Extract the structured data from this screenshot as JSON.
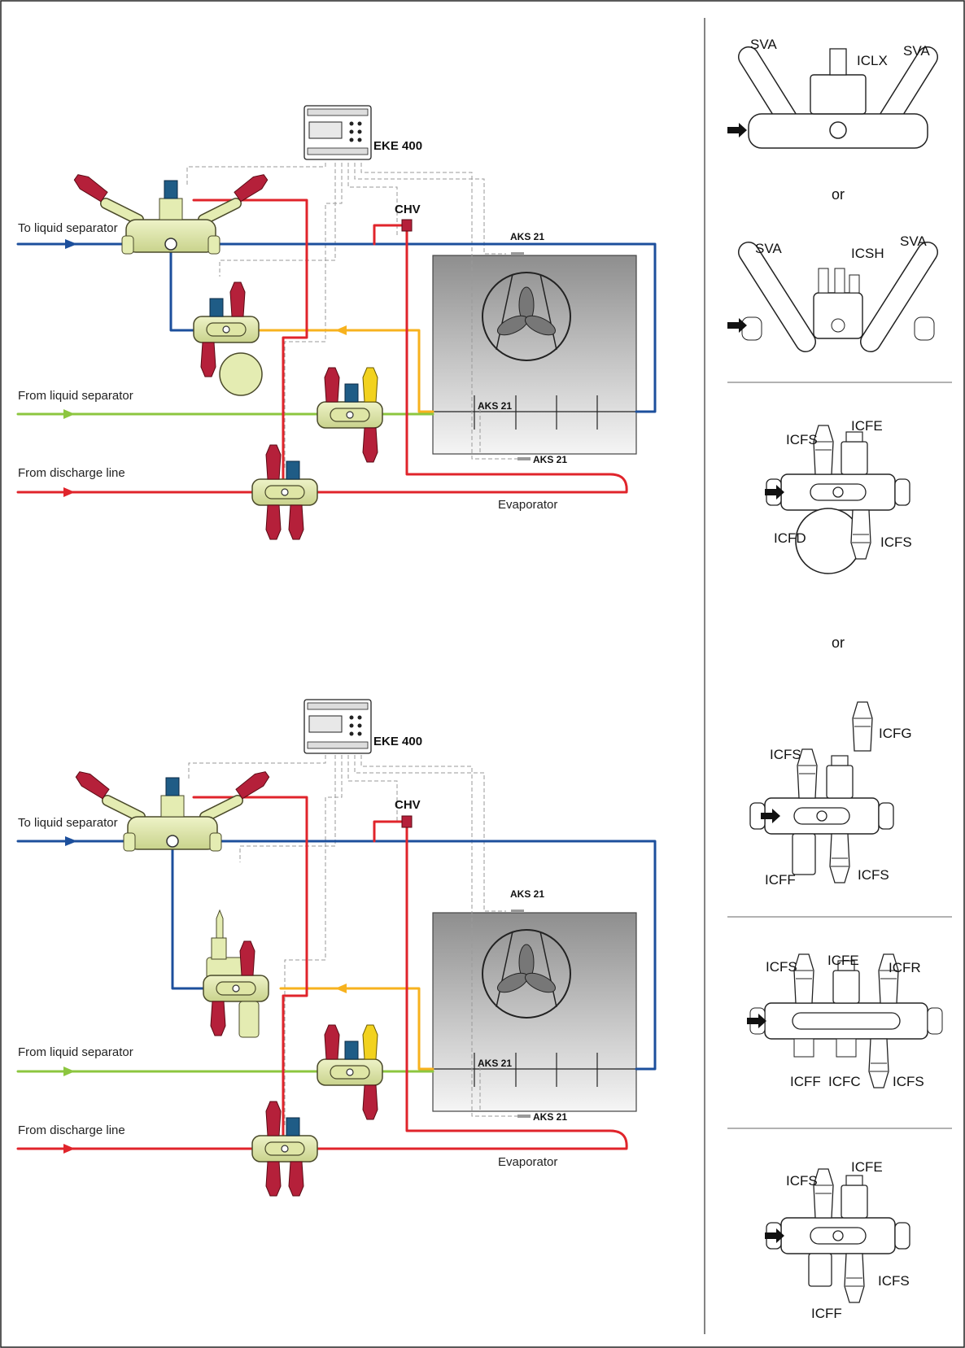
{
  "colors": {
    "liquid_line": "#1c4f9c",
    "hot_gas_line": "#e0242b",
    "feed_line": "#8cc63f",
    "return_line": "#f7b21e",
    "valve_body": "#e4ecb2",
    "valve_outline": "#4a4a2a",
    "valve_top_red": "#b5203a",
    "valve_top_blue": "#1f5c86",
    "valve_top_yellow": "#f2d21e"
  },
  "diagram_top": {
    "controller_label": "EKE 400",
    "check_valve_label": "CHV",
    "line_to_separator": "To liquid separator",
    "line_from_separator": "From liquid separator",
    "line_from_discharge": "From discharge line",
    "sensor_top": "AKS 21",
    "sensor_mid": "AKS 21",
    "sensor_bottom": "AKS 21",
    "evaporator_label": "Evaporator"
  },
  "diagram_bottom": {
    "controller_label": "EKE 400",
    "check_valve_label": "CHV",
    "line_to_separator": "To liquid separator",
    "line_from_separator": "From liquid separator",
    "line_from_discharge": "From discharge line",
    "sensor_top": "AKS 21",
    "sensor_mid": "AKS 21",
    "sensor_bottom": "AKS 21",
    "evaporator_label": "Evaporator"
  },
  "sidebar": {
    "group1": {
      "left": "SVA",
      "center": "ICLX",
      "right": "SVA"
    },
    "or1": "or",
    "group2": {
      "left": "SVA",
      "center": "ICSH",
      "right": "SVA"
    },
    "group3": {
      "top_left": "ICFS",
      "top_right": "ICFE",
      "bottom_left": "ICFD",
      "bottom_right": "ICFS"
    },
    "or2": "or",
    "group4": {
      "top_right": "ICFG",
      "top_left": "ICFS",
      "bottom_left": "ICFF",
      "bottom_right": "ICFS"
    },
    "group5": {
      "top_left": "ICFS",
      "top_mid": "ICFE",
      "top_right": "ICFR",
      "bottom_left": "ICFF",
      "bottom_mid": "ICFC",
      "bottom_right": "ICFS"
    },
    "group6": {
      "top_left": "ICFS",
      "top_right": "ICFE",
      "bottom_left": "ICFF",
      "bottom_right": "ICFS"
    }
  }
}
